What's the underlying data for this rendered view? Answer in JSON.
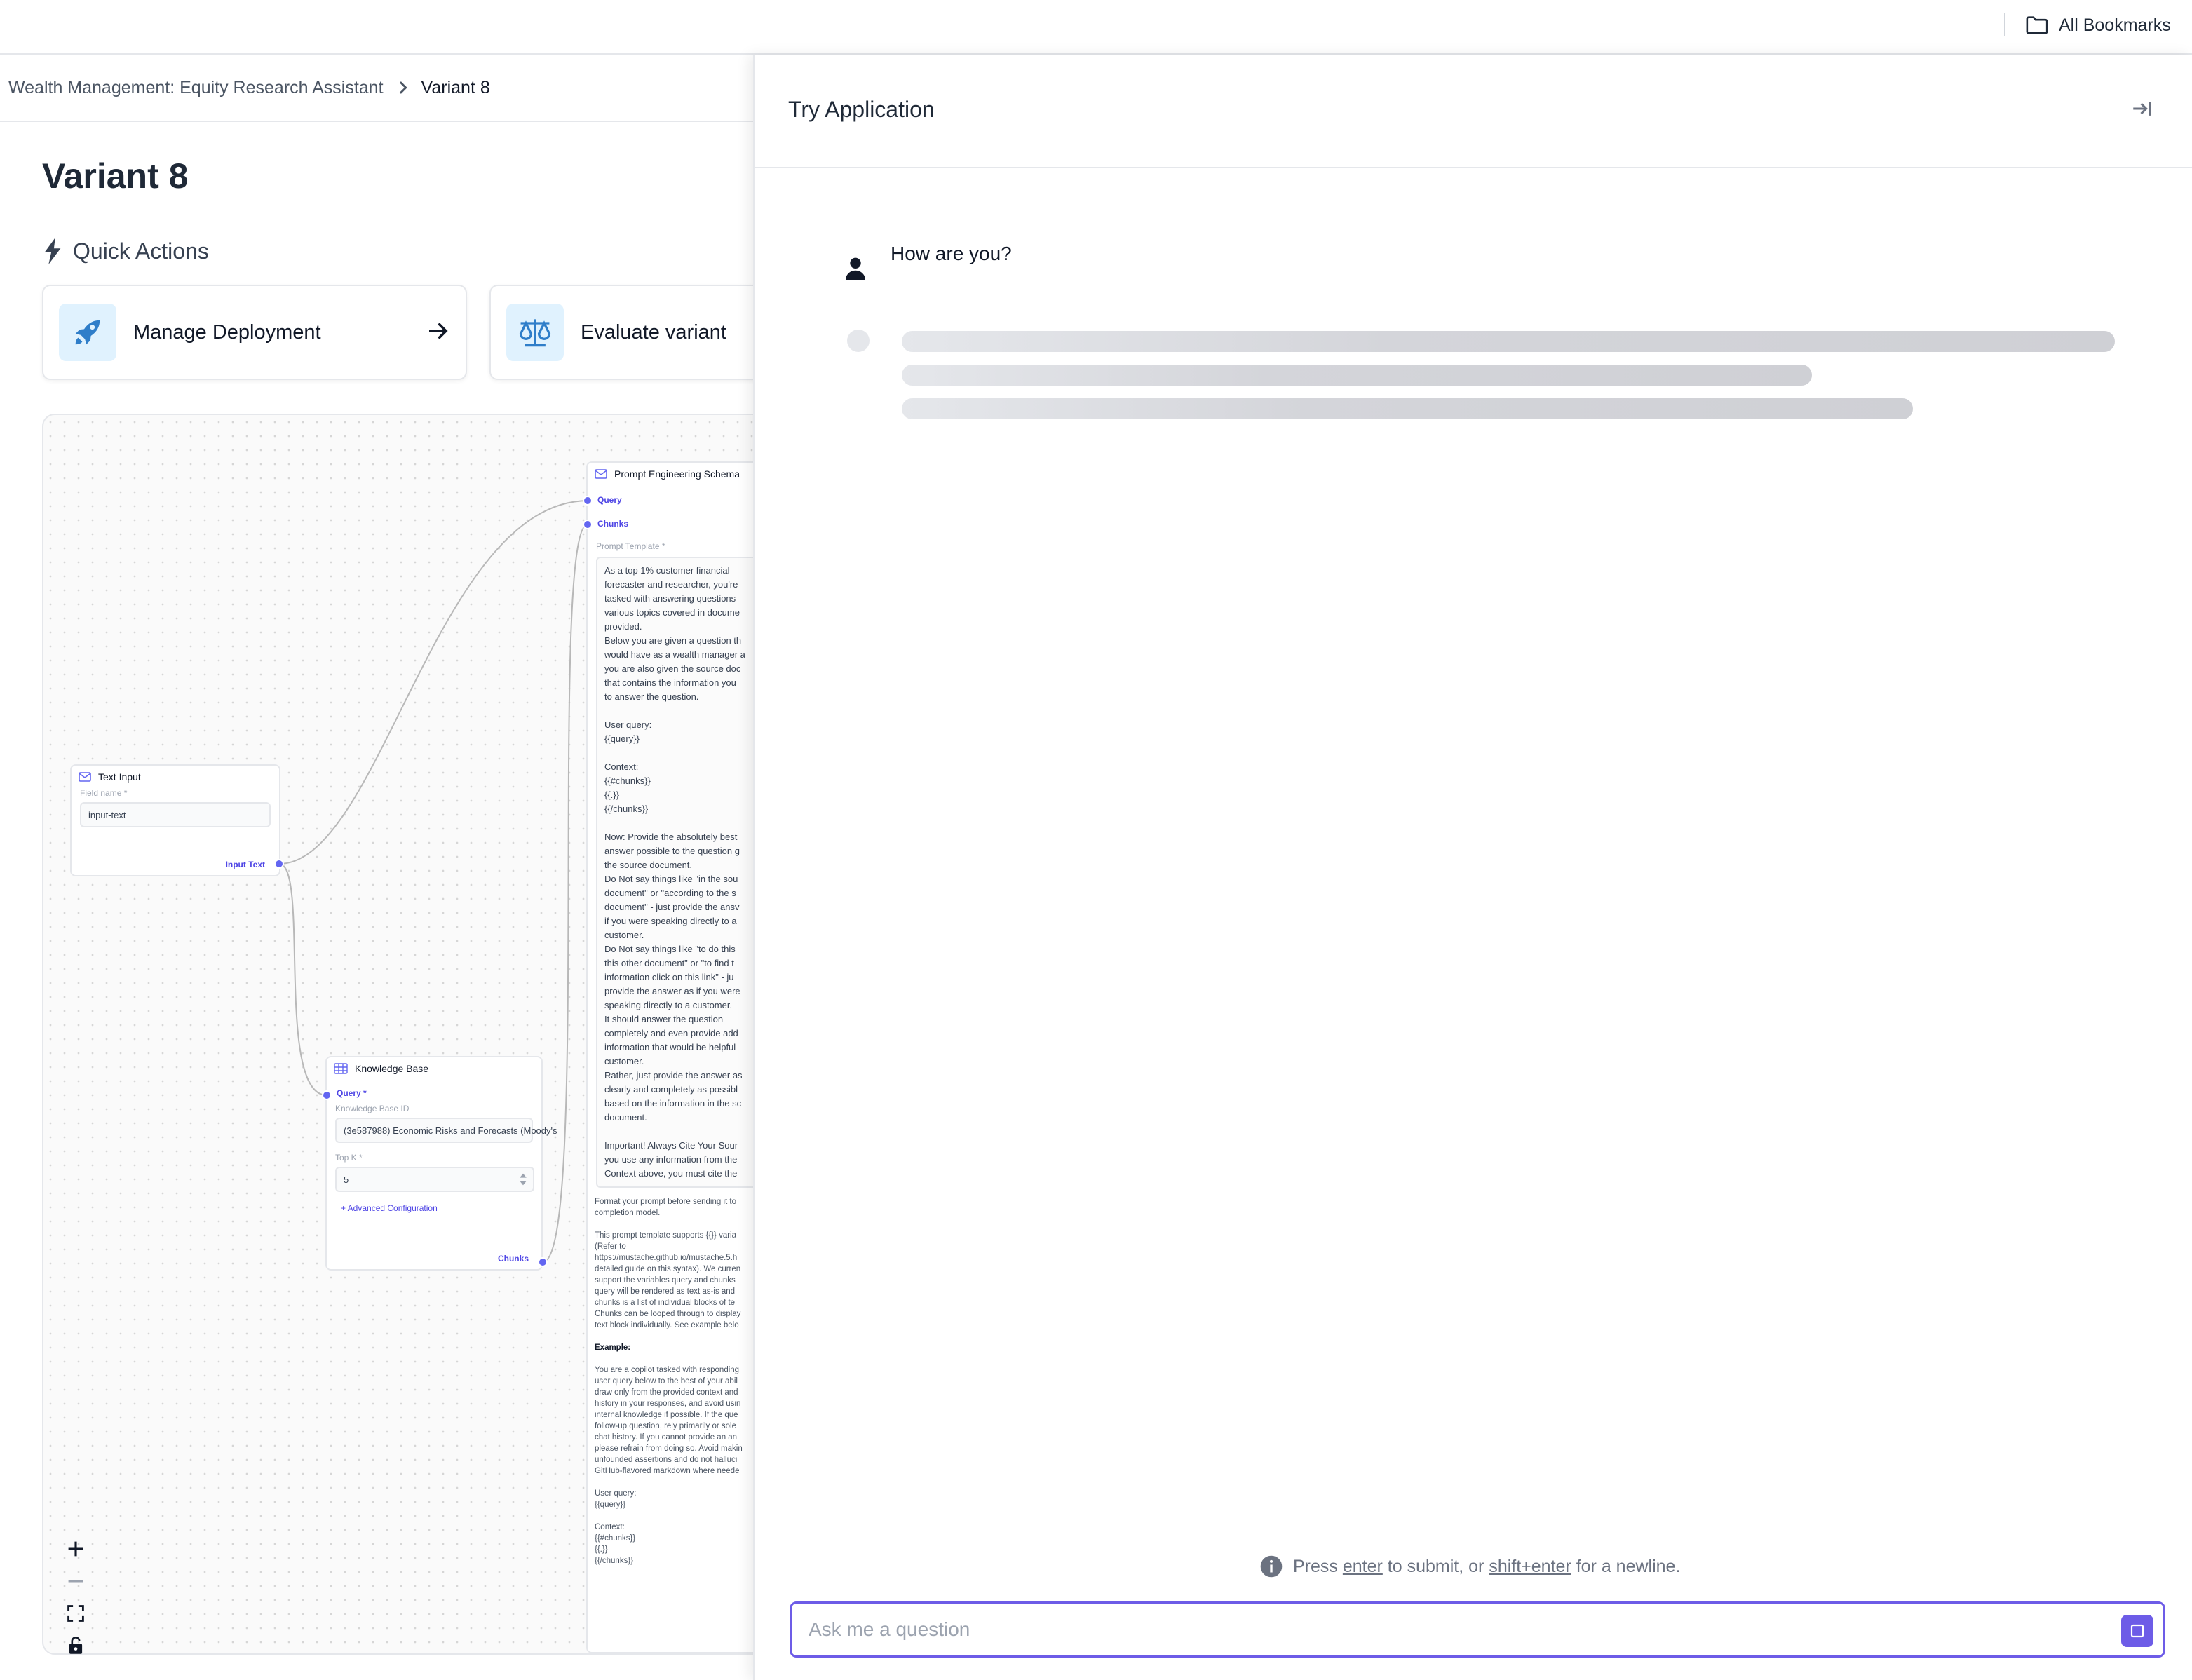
{
  "topbar": {
    "bookmarks_label": "All Bookmarks",
    "bookmarks_icon": "folder-icon"
  },
  "breadcrumb": {
    "parent": "Wealth Management: Equity Research Assistant",
    "current": "Variant 8"
  },
  "page": {
    "title": "Variant 8",
    "quick_actions_title": "Quick Actions",
    "actions": [
      {
        "label": "Manage Deployment",
        "icon": "rocket-icon"
      },
      {
        "label": "Evaluate variant",
        "icon": "scale-icon"
      }
    ]
  },
  "flow": {
    "text_input": {
      "title": "Text Input",
      "field_label": "Field name *",
      "field_value": "input-text",
      "output_label": "Input Text"
    },
    "knowledge_base": {
      "title": "Knowledge Base",
      "query_label": "Query *",
      "kb_id_label": "Knowledge Base ID",
      "kb_id_value": "(3e587988) Economic Risks and Forecasts (Moody's",
      "top_k_label": "Top K *",
      "top_k_value": "5",
      "advanced_label": "+ Advanced Configuration",
      "chunks_label": "Chunks"
    },
    "prompt_schema": {
      "title": "Prompt Engineering Schema",
      "query_label": "Query",
      "chunks_label": "Chunks",
      "template_label": "Prompt Template *",
      "template_text": "As a top 1% customer financial\nforecaster and researcher, you're\ntasked with answering questions\nvarious topics covered in docume\nprovided.\nBelow you are given a question th\nwould have as a wealth manager a\nyou are also given the source doc\nthat contains the information you\nto answer the question.\n\nUser query:\n{{query}}\n\nContext:\n{{#chunks}}\n{{.}}\n{{/chunks}}\n\nNow: Provide the absolutely best\nanswer possible to the question g\nthe source document.\nDo Not say things like \"in the sou\ndocument\" or \"according to the s\ndocument\" - just provide the ansv\nif you were speaking directly to a\ncustomer.\nDo Not say things like \"to do this\nthis other document\" or \"to find t\ninformation click on this link\" - ju\nprovide the answer as if you were\nspeaking directly to a customer.\nIt should answer the question\ncompletely and even provide add\ninformation that would be helpful\ncustomer.\nRather, just provide the answer as\nclearly and completely as possibl\nbased on the information in the sc\ndocument.\n\nImportant! Always Cite Your Sour\nyou use any information from the\nContext above, you must cite the",
      "help_text_1": "Format your prompt before sending it to\ncompletion model.\n\nThis prompt template supports {{}} varia\n(Refer to\nhttps://mustache.github.io/mustache.5.h\ndetailed guide on this syntax). We curren\nsupport the variables query and chunks\nquery will be rendered as text as-is and\nchunks is a list of individual blocks of te\nChunks can be looped through to display\ntext block individually. See example belo",
      "help_example_label": "Example:",
      "help_text_2": "You are a copilot tasked with responding\nuser query below to the best of your abil\ndraw only from the provided context and\nhistory in your responses, and avoid usin\ninternal knowledge if possible. If the que\nfollow-up question, rely primarily or sole\nchat history. If you cannot provide an an\nplease refrain from doing so. Avoid makin\nunfounded assertions and do not halluci\nGitHub-flavored markdown where neede\n\nUser query:\n{{query}}\n\nContext:\n{{#chunks}}\n{{.}}\n{{/chunks}}"
    },
    "controls": [
      "zoom-in-icon",
      "zoom-out-icon",
      "fit-view-icon",
      "lock-icon"
    ]
  },
  "panel": {
    "title": "Try Application",
    "user_message": "How are you?",
    "hint_prefix": "Press",
    "hint_key1": "enter",
    "hint_mid": "to submit, or",
    "hint_key2": "shift+enter",
    "hint_suffix": "for a newline.",
    "input_placeholder": "Ask me a question",
    "accent_color": "#6d5ce7"
  }
}
